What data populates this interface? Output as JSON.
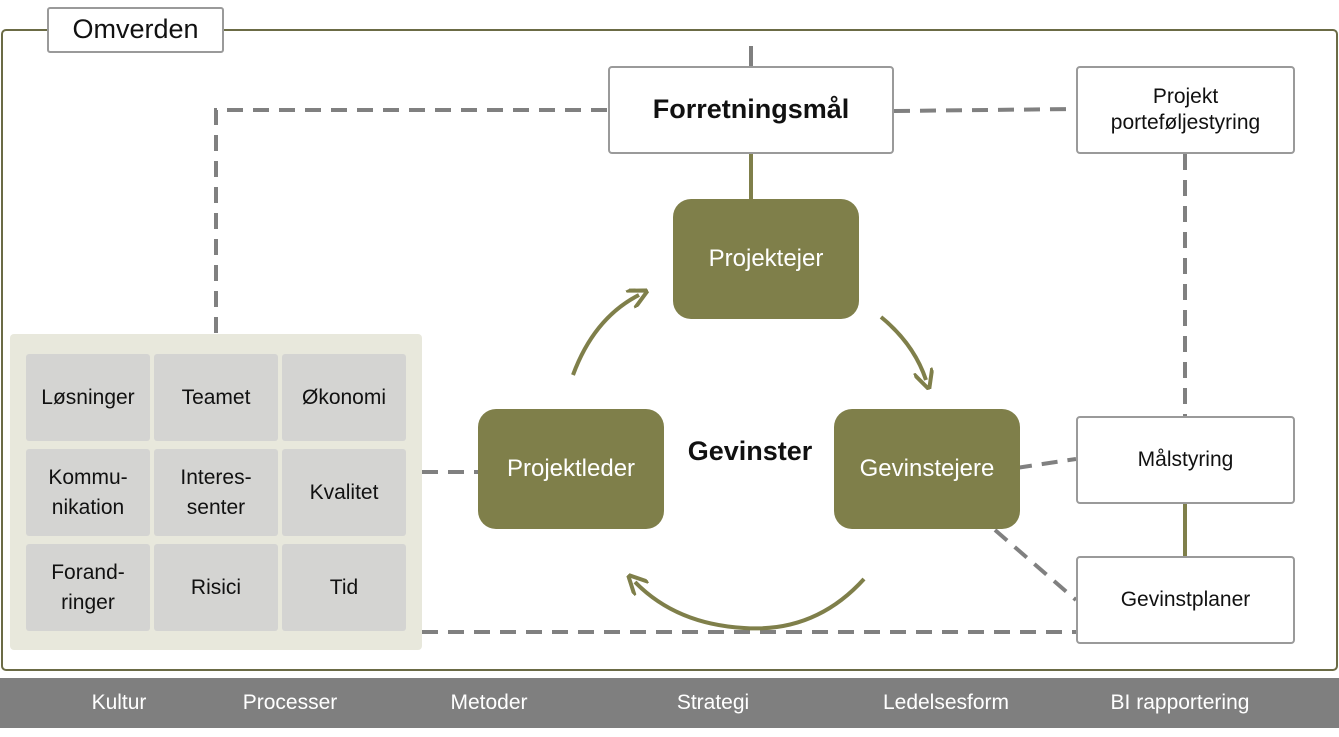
{
  "frame": {
    "label": "Omverden"
  },
  "nodes": {
    "forretningsmaal": "Forretningsmål",
    "projekt_portefoelje": "Projekt\nporteføljestyring",
    "projektejer": "Projektejer",
    "projektleder": "Projektleder",
    "gevinstejere": "Gevinstejere",
    "maalstyring": "Målstyring",
    "gevinstplaner": "Gevinstplaner",
    "center": "Gevinster"
  },
  "grid": [
    "Løsninger",
    "Teamet",
    "Økonomi",
    "Kommu-\nnikation",
    "Interes-\nsenter",
    "Kvalitet",
    "Forand-\nringer",
    "Risici",
    "Tid"
  ],
  "bottom_bar": [
    "Kultur",
    "Processer",
    "Metoder",
    "Strategi",
    "Ledelsesform",
    "BI rapportering"
  ],
  "colors": {
    "olive": "#7f7f4a",
    "dash": "#808080",
    "panel": "#e8e8dc",
    "cell": "#d4d4d2",
    "bar": "#7f7f7f"
  }
}
